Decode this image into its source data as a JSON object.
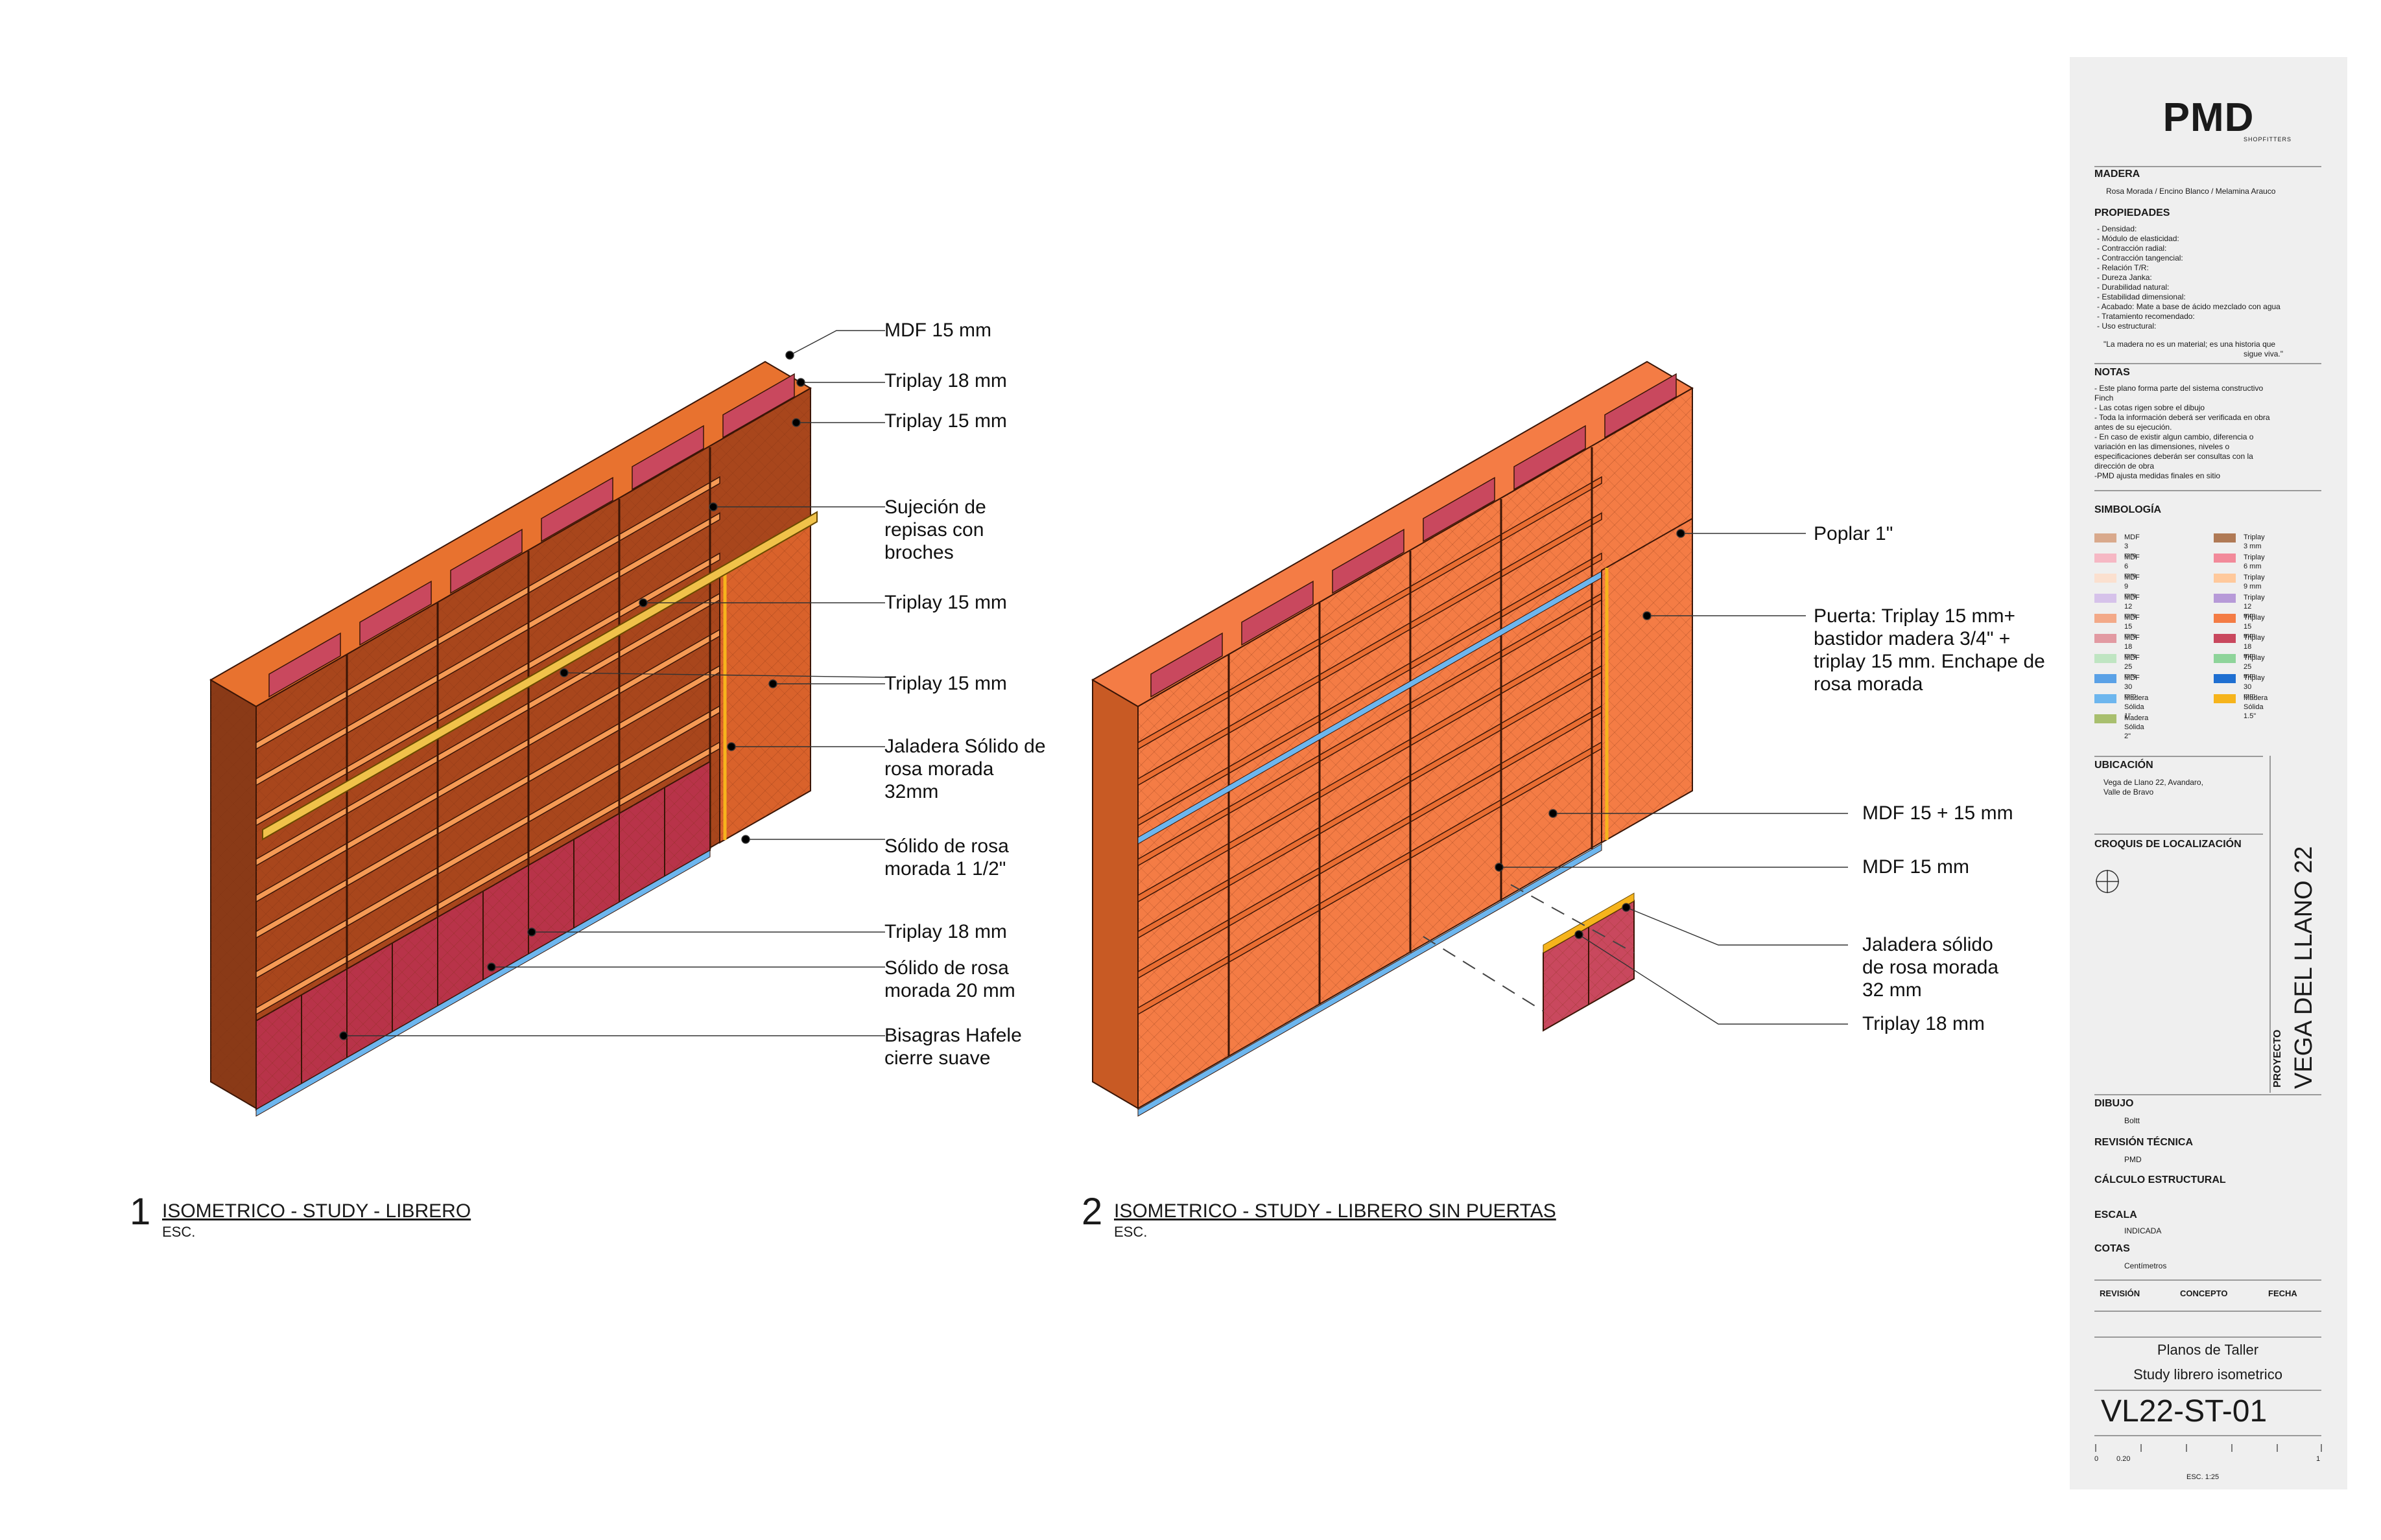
{
  "views": [
    {
      "number": "1",
      "title": "ISOMETRICO - STUDY - LIBRERO",
      "scale": "ESC."
    },
    {
      "number": "2",
      "title": "ISOMETRICO - STUDY - LIBRERO SIN PUERTAS",
      "scale": "ESC."
    }
  ],
  "callouts_view1": [
    "MDF 15 mm",
    "Triplay 18 mm",
    "Triplay 15 mm",
    "Sujeción de\nrepisas con\nbroches",
    "Triplay 15 mm",
    "Triplay 15 mm",
    "Jaladera Sólido de\nrosa morada\n32mm",
    "Sólido de rosa\nmorada 1 1/2\"",
    "Triplay 18 mm",
    "Sólido de rosa\nmorada 20 mm",
    "Bisagras Hafele\ncierre suave"
  ],
  "callouts_view2": [
    "Poplar 1\"",
    "Puerta: Triplay 15 mm+\nbastidor madera 3/4\" +\ntriplay 15 mm. Enchape de\nrosa morada",
    "MDF 15 + 15 mm",
    "MDF 15 mm",
    "Jaladera sólido\nde rosa morada\n32 mm",
    "Triplay 18 mm"
  ],
  "titleblock": {
    "logo": "PMD",
    "logo_sub": "SHOPFITTERS",
    "madera_h": "MADERA",
    "madera": "Rosa Morada / Encino Blanco / Melamina Arauco",
    "propiedades_h": "PROPIEDADES",
    "propiedades": [
      "- Densidad:",
      "- Módulo de elasticidad:",
      "- Contracción radial:",
      "- Contracción tangencial:",
      "- Relación T/R:",
      "- Dureza Janka:",
      "- Durabilidad natural:",
      "- Estabilidad dimensional:",
      "- Acabado: Mate a base de ácido mezclado con agua",
      "- Tratamiento recomendado:",
      "- Uso estructural:"
    ],
    "quote_1": "\"La madera no es un material; es una historia que",
    "quote_2": "sigue viva.\"",
    "notas_h": "NOTAS",
    "notas": [
      "- Este plano forma parte del sistema constructivo",
      "Finch",
      "- Las cotas rigen sobre el dibujo",
      "- Toda la información deberá ser verificada en obra",
      "antes de su ejecución.",
      "- En caso de existir algun cambio, diferencia o",
      "variación en las dimensiones, niveles o",
      "especificaciones deberán ser consultas con la",
      "dirección de obra",
      "-PMD ajusta medidas finales en sitio"
    ],
    "simbologia_h": "SIMBOLOGÍA",
    "legend_left": [
      {
        "label": "MDF 3 mm",
        "color": "#d9a98c"
      },
      {
        "label": "MDF 6 mm",
        "color": "#f6b8c4"
      },
      {
        "label": "MDF 9 mm",
        "color": "#fbe0cf"
      },
      {
        "label": "MDF 12 mm",
        "color": "#d6c2ea"
      },
      {
        "label": "MDF 15 mm",
        "color": "#f3a988"
      },
      {
        "label": "MDF 18 mm",
        "color": "#e29aa2"
      },
      {
        "label": "MDF 25 mm",
        "color": "#bfe5c2"
      },
      {
        "label": "MDF 30 mm",
        "color": "#5aa1e6"
      },
      {
        "label": "Madera Sólida 1\"",
        "color": "#6db6ee"
      },
      {
        "label": "Madera Sólida 2\"",
        "color": "#a8bf6e"
      }
    ],
    "legend_right": [
      {
        "label": "Triplay 3 mm",
        "color": "#b07a55"
      },
      {
        "label": "Triplay 6 mm",
        "color": "#f28a9a"
      },
      {
        "label": "Triplay 9 mm",
        "color": "#ffc99c"
      },
      {
        "label": "Triplay 12 mm",
        "color": "#b79ad8"
      },
      {
        "label": "Triplay 15 mm",
        "color": "#f47c45"
      },
      {
        "label": "Triplay 18 mm",
        "color": "#c9485e"
      },
      {
        "label": "Triplay 25 mm",
        "color": "#8ed49a"
      },
      {
        "label": "Triplay 30 mm",
        "color": "#1f6fd1"
      },
      {
        "label": "Madera Sólida\n1.5\"",
        "color": "#f6b41c"
      }
    ],
    "ubicacion_h": "UBICACIÓN",
    "ubicacion": [
      "Vega de Llano 22, Avandaro,",
      "Valle de Bravo"
    ],
    "croquis_h": "CROQUIS DE LOCALIZACIÓN",
    "proyecto_label": "PROYECTO",
    "proyecto": "VEGA DEL LLANO 22",
    "dibujo_h": "DIBUJO",
    "dibujo": "Boltt",
    "revtec_h": "REVISIÓN TÉCNICA",
    "revtec": "PMD",
    "calculo_h": "CÁLCULO ESTRUCTURAL",
    "escala_h": "ESCALA",
    "escala": "INDICADA",
    "cotas_h": "COTAS",
    "cotas": "Centímetros",
    "table_headers": [
      "REVISIÓN",
      "CONCEPTO",
      "FECHA"
    ],
    "plano_title_1": "Planos de Taller",
    "plano_title_2": "Study librero isometrico",
    "sheet_code": "VL22-ST-01",
    "scale_ticks": [
      "0",
      "0.20",
      "1"
    ],
    "scale_text": "ESC. 1:25"
  }
}
